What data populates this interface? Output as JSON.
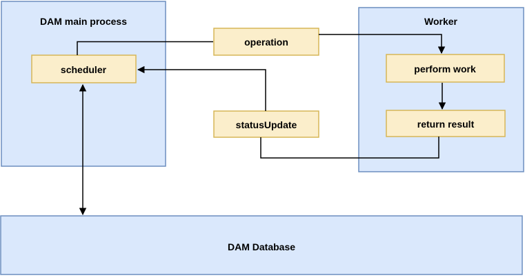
{
  "diagram": {
    "containers": [
      {
        "id": "dam-main-process",
        "label": "DAM main process"
      },
      {
        "id": "worker",
        "label": "Worker"
      },
      {
        "id": "dam-database",
        "label": "DAM Database"
      }
    ],
    "nodes": [
      {
        "id": "scheduler",
        "label": "scheduler",
        "parent": "dam-main-process"
      },
      {
        "id": "operation",
        "label": "operation",
        "parent": null
      },
      {
        "id": "status-update",
        "label": "statusUpdate",
        "parent": null
      },
      {
        "id": "perform-work",
        "label": "perform work",
        "parent": "worker"
      },
      {
        "id": "return-result",
        "label": "return result",
        "parent": "worker"
      }
    ],
    "edges": [
      {
        "from": "scheduler",
        "to": "operation",
        "arrow": "none"
      },
      {
        "from": "operation",
        "to": "perform-work",
        "arrow": "end"
      },
      {
        "from": "perform-work",
        "to": "return-result",
        "arrow": "end"
      },
      {
        "from": "return-result",
        "to": "status-update",
        "arrow": "none"
      },
      {
        "from": "status-update",
        "to": "scheduler",
        "arrow": "end"
      },
      {
        "from": "scheduler",
        "to": "dam-database",
        "arrow": "both"
      }
    ],
    "colors": {
      "container_fill": "#dae8fc",
      "container_stroke": "#6c8ebf",
      "node_fill": "#fbeecb",
      "node_stroke": "#d6b656",
      "edge_color": "#000000",
      "label_color": "#000000",
      "background": "#ffffff"
    }
  }
}
